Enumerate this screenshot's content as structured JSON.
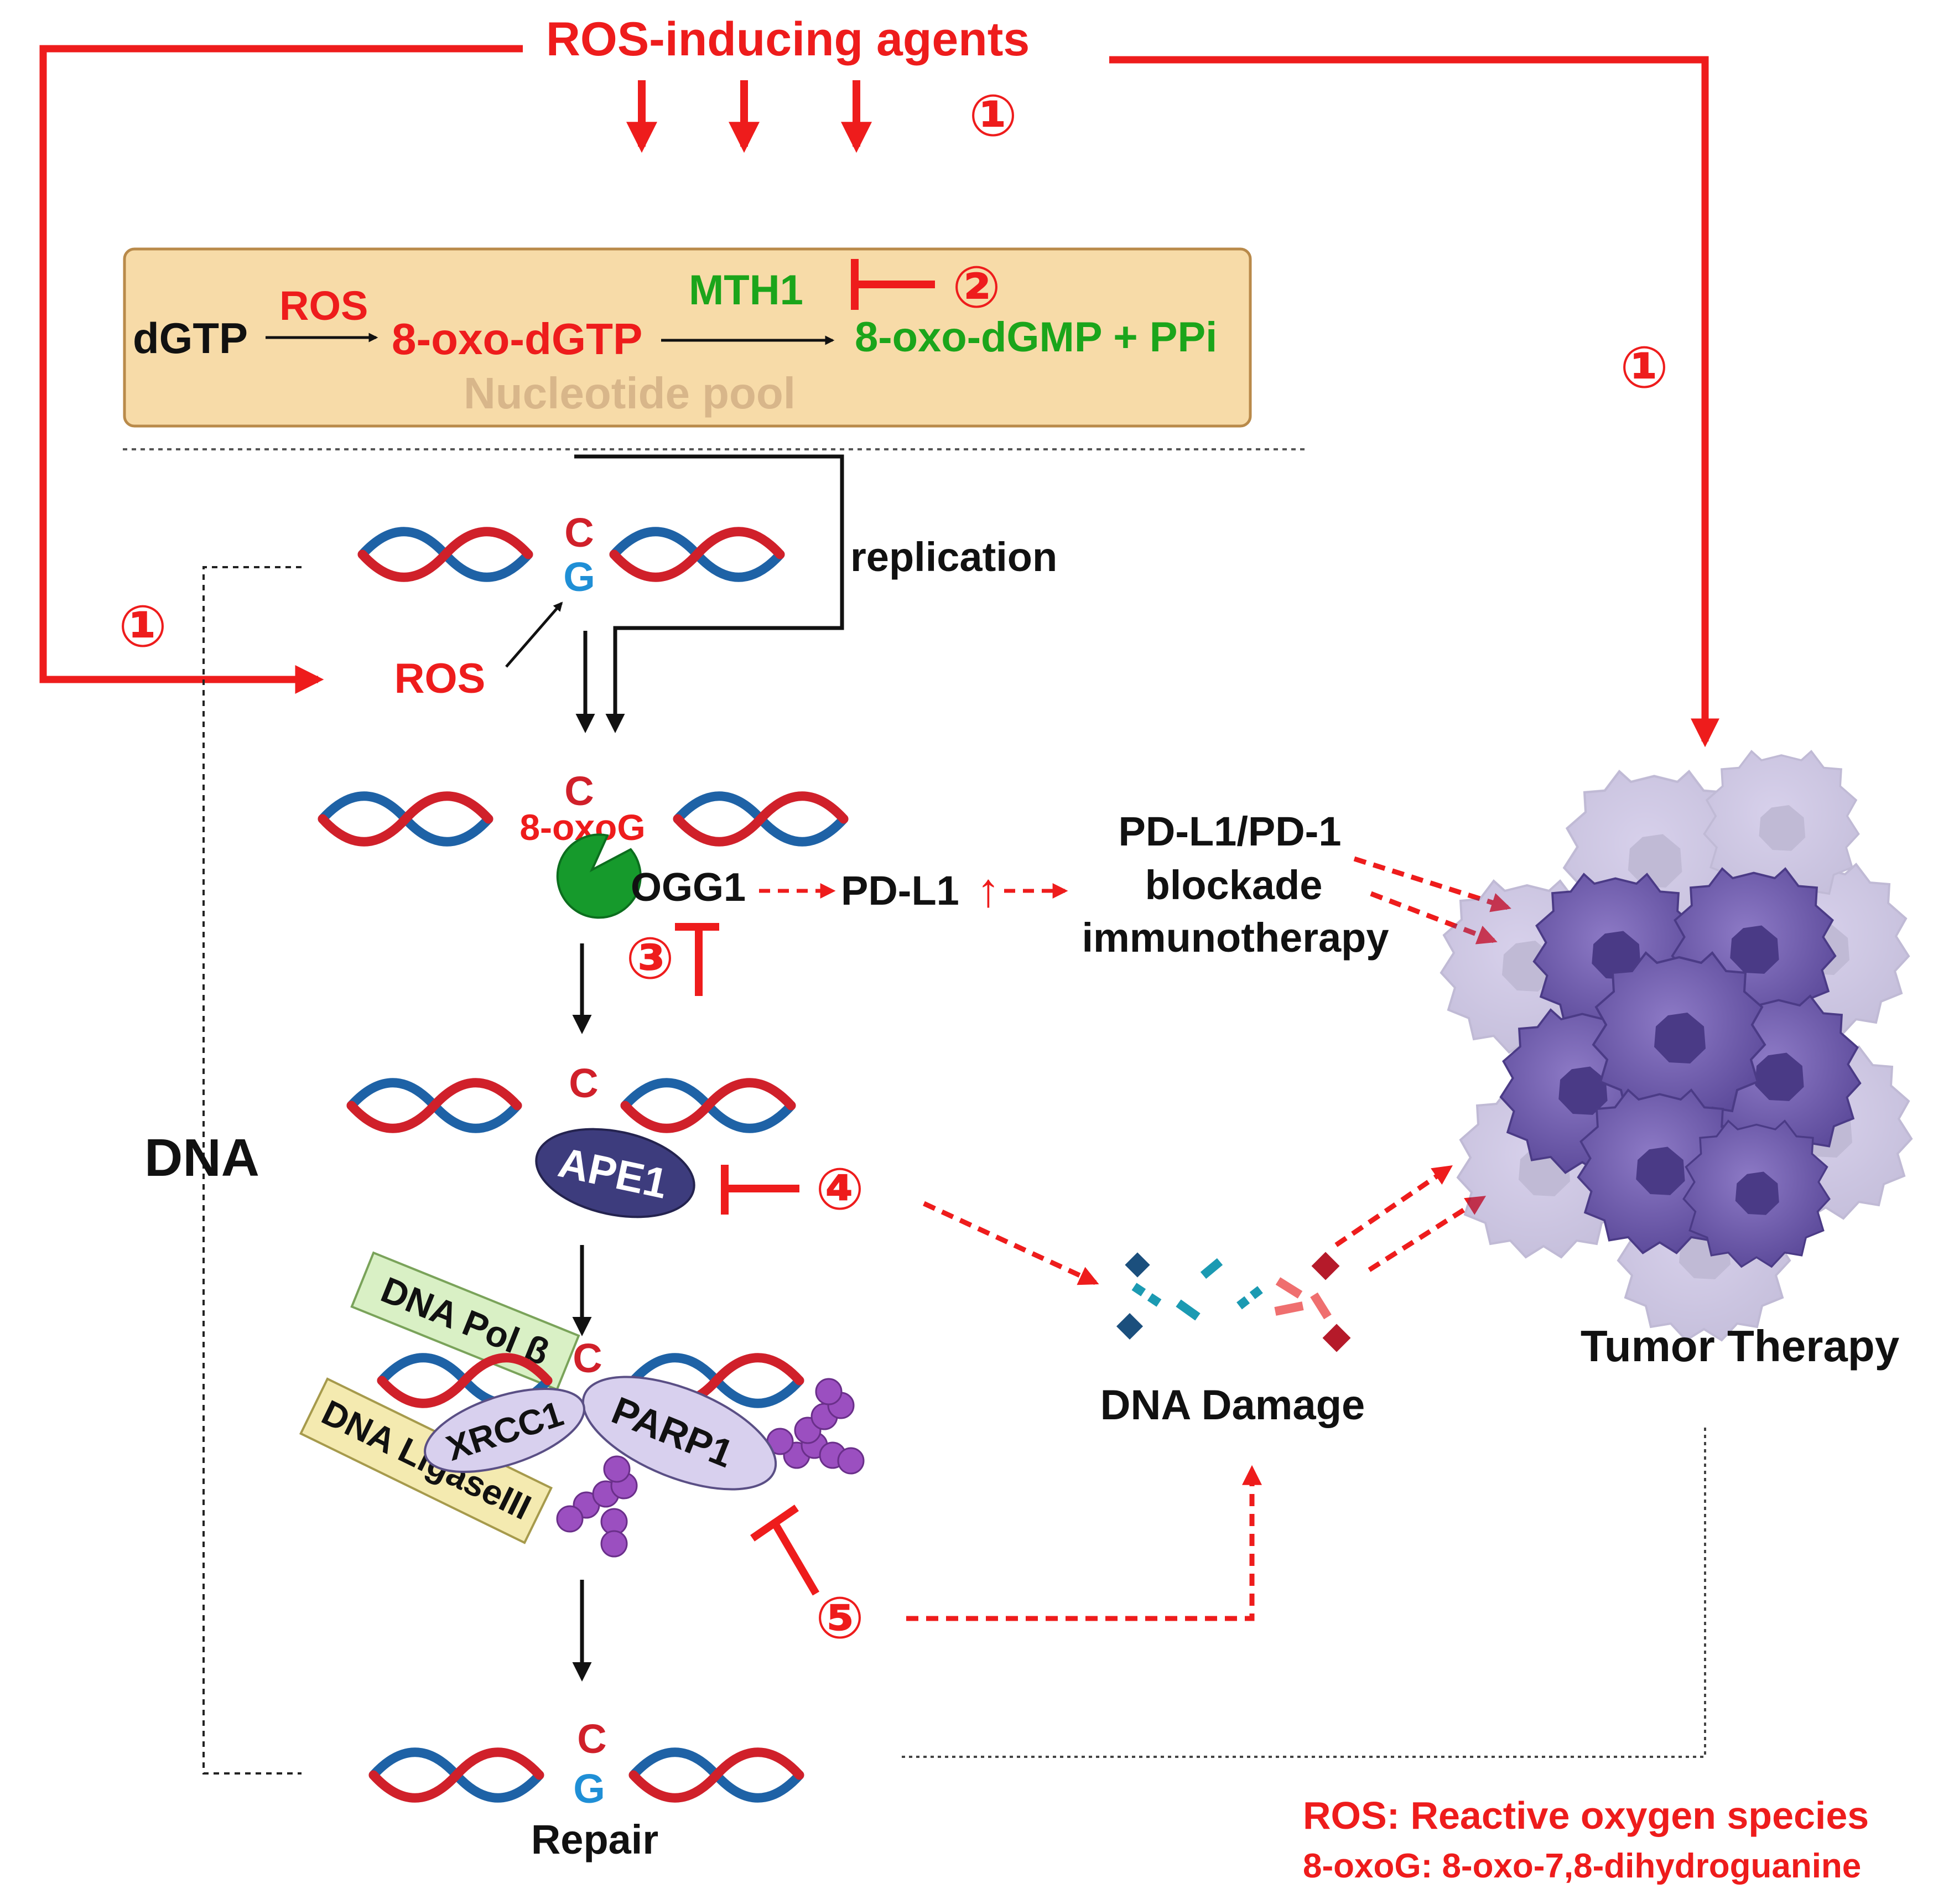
{
  "colors": {
    "red": "#ee1c1c",
    "green": "#1ba51b",
    "black": "#111111",
    "blue_base": "#1f8fd6",
    "strand_red": "#d0202a",
    "strand_blue": "#1e62a6",
    "pool_bg": "#f7dba8",
    "pool_border": "#b98a4a",
    "pool_label": "#d8b68a",
    "ogg1_green": "#169a2c",
    "ape1_navy": "#3d3c7d",
    "parp_lavender": "#d8d0ee",
    "polb_green": "#d9f0c5",
    "ligase_yellow": "#f4eab0",
    "tumor_purple": "#6d5aa8",
    "bead_purple": "#9b4fc0",
    "damage_teal": "#1b9ab2",
    "damage_navy": "#1b4f7d",
    "damage_pink": "#ef6f6f",
    "damage_maroon": "#b51a2a"
  },
  "top": {
    "title": "ROS-inducing agents",
    "step_top": "①",
    "step_right": "①",
    "step_left": "①"
  },
  "pool": {
    "dgtp": "dGTP",
    "ros": "ROS",
    "oxo_dgtp": "8-oxo-dGTP",
    "mth1": "MTH1",
    "step2": "②",
    "product": "8-oxo-dGMP + PPi",
    "label": "Nucleotide pool"
  },
  "dna": {
    "replication": "replication",
    "ros": "ROS",
    "base_c": "C",
    "base_g": "G",
    "oxog": "8-oxoG",
    "ogg1": "OGG1",
    "step3": "③",
    "ape1": "APE1",
    "step4": "④",
    "polb": "DNA Pol β",
    "ligase": "DNA LigaseIII",
    "xrcc1": "XRCC1",
    "parp1": "PARP1",
    "step5": "⑤",
    "side_label": "DNA",
    "repair": "Repair"
  },
  "immuno": {
    "pdl1": "PD-L1",
    "up_arrow": "↑",
    "line1": "PD-L1/PD-1",
    "line2": "blockade",
    "line3": "immunotherapy"
  },
  "damage": {
    "label": "DNA Damage"
  },
  "tumor": {
    "label": "Tumor Therapy"
  },
  "legend": {
    "ros_def": "ROS:  Reactive oxygen species",
    "oxog_def": "8-oxoG: 8-oxo-7,8-dihydroguanine"
  }
}
